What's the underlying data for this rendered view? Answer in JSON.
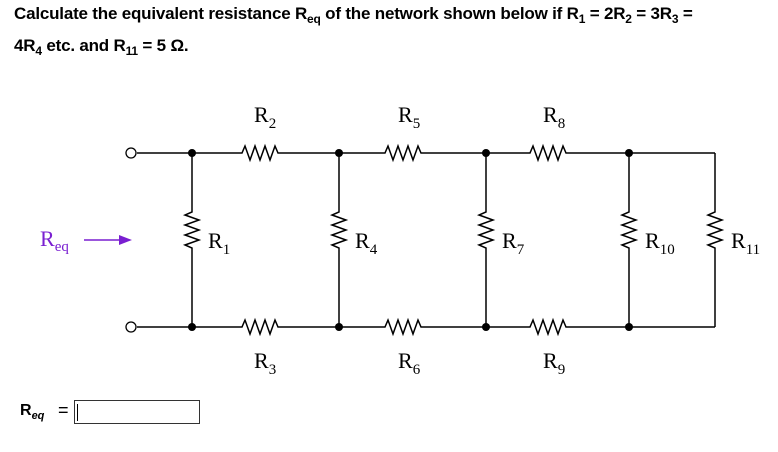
{
  "question": {
    "line1_pre": "Calculate the equivalent resistance R",
    "line1_sub_eq": "eq",
    "line1_mid": " of the network shown below if R",
    "sub1": "1",
    "eq_2r": " = 2R",
    "sub2": "2",
    "eq_3r": " = 3R",
    "sub3": "3",
    "eq_end": " =",
    "line2_pre": "4R",
    "sub4": "4",
    "line2_mid": " etc. and R",
    "sub11": "11",
    "line2_end": " = 5 Ω."
  },
  "circuit": {
    "input_label": {
      "main": "R",
      "sub": "eq"
    },
    "resistors": [
      {
        "main": "R",
        "sub": "2"
      },
      {
        "main": "R",
        "sub": "5"
      },
      {
        "main": "R",
        "sub": "8"
      },
      {
        "main": "R",
        "sub": "1"
      },
      {
        "main": "R",
        "sub": "4"
      },
      {
        "main": "R",
        "sub": "7"
      },
      {
        "main": "R",
        "sub": "10"
      },
      {
        "main": "R",
        "sub": "11"
      },
      {
        "main": "R",
        "sub": "3"
      },
      {
        "main": "R",
        "sub": "6"
      },
      {
        "main": "R",
        "sub": "9"
      }
    ]
  },
  "answer": {
    "label_main": "R",
    "label_sub": "eq",
    "equals": "=",
    "value": ""
  }
}
